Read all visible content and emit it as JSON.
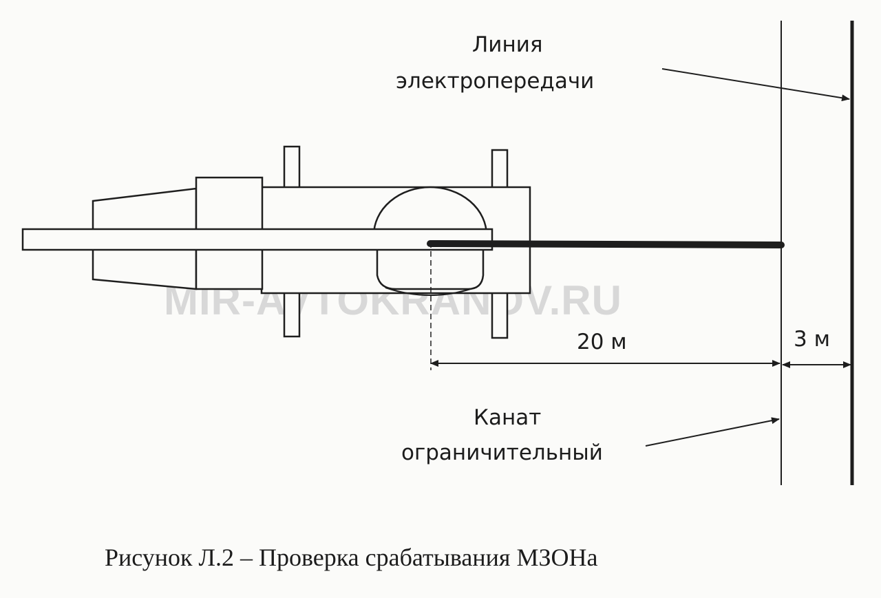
{
  "labels": {
    "power_line_1": "Линия",
    "power_line_2": "электропередачи",
    "dist_boom": "20 м",
    "dist_gap": "3 м",
    "rope_1": "Канат",
    "rope_2": "ограничительный"
  },
  "watermark": "MIR-AVTOKRANOV.RU",
  "caption": "Рисунок Л.2 – Проверка срабатывания МЗОНа",
  "colors": {
    "ink": "#1e1e1e",
    "paper": "#fbfbf9",
    "watermark": "#d8d8d8"
  }
}
